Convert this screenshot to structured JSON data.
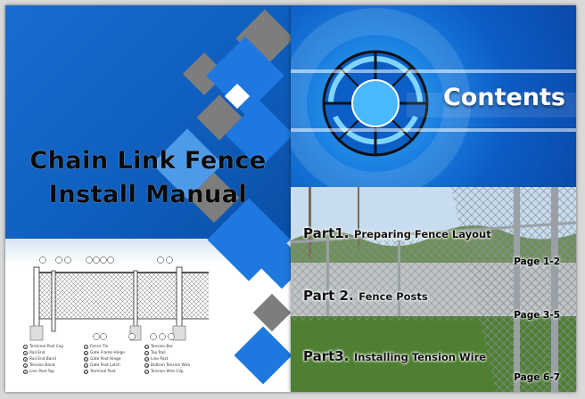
{
  "left_page": {
    "title_line1": "Chain Link Fence",
    "title_line2": "Install Manual",
    "legend": [
      {
        "num": "1",
        "label": "Terminal Post Cap"
      },
      {
        "num": "7",
        "label": "Fence Tie"
      },
      {
        "num": "13",
        "label": "Tension Bar"
      },
      {
        "num": "2",
        "label": "Rail End"
      },
      {
        "num": "8",
        "label": "Gate Frame Hinge"
      },
      {
        "num": "14",
        "label": "Top Rail"
      },
      {
        "num": "3",
        "label": "Rail End Band"
      },
      {
        "num": "9",
        "label": "Gate Post Hinge"
      },
      {
        "num": "15",
        "label": "Line Post"
      },
      {
        "num": "4",
        "label": "Tension Band"
      },
      {
        "num": "10",
        "label": "Gate Post Latch"
      },
      {
        "num": "16",
        "label": "Bottom Tension Wire"
      },
      {
        "num": "5",
        "label": "Line Post Top"
      },
      {
        "num": "11",
        "label": "Terminal Post"
      },
      {
        "num": "17",
        "label": "Tension Wire Clip"
      }
    ]
  },
  "right_page": {
    "header_title": "Contents",
    "parts": [
      {
        "number": "Part1.",
        "title": "Preparing Fence Layout",
        "pages": "Page 1-2"
      },
      {
        "number": "Part 2.",
        "title": "Fence Posts",
        "pages": "Page 3-5"
      },
      {
        "number": "Part3.",
        "title": "Installing Tension Wire",
        "pages": "Page 6-7"
      }
    ]
  }
}
